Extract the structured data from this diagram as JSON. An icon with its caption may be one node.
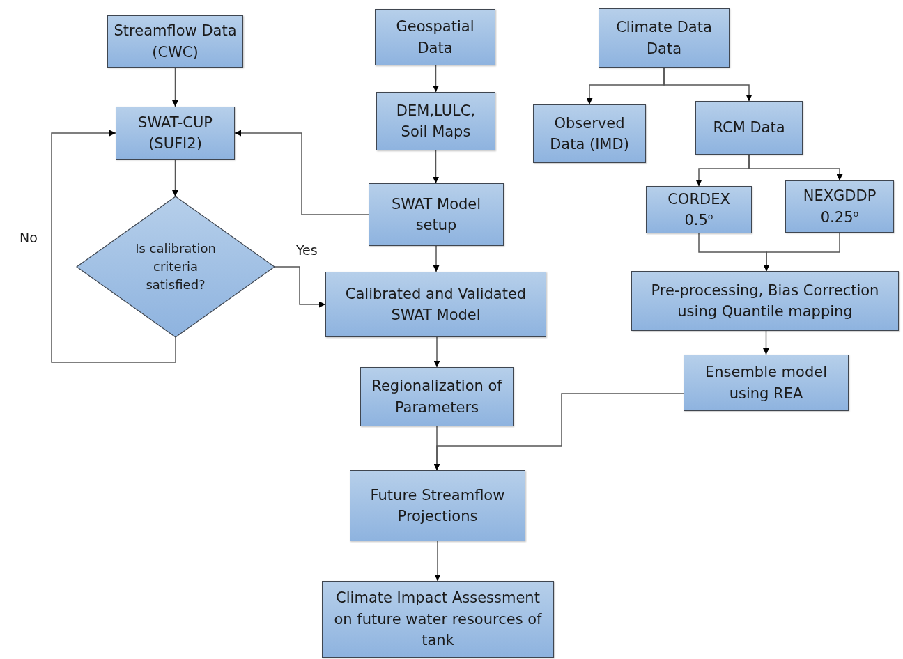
{
  "diagram": {
    "nodes": [
      {
        "text": [
          "Streamflow Data (CWC)"
        ]
      },
      {
        "text": [
          "SWAT-CUP (SUFI2)"
        ]
      },
      {
        "text": [
          "Is calibration criteria satisfied?"
        ]
      },
      {
        "text": [
          "Geospatial Data"
        ]
      },
      {
        "text": [
          "DEM,LULC, Soil Maps"
        ]
      },
      {
        "text": [
          "SWAT Model setup"
        ]
      },
      {
        "text": [
          "Calibrated and Validated SWAT Model"
        ]
      },
      {
        "text": [
          "Regionalization of Parameters"
        ]
      },
      {
        "text": [
          "Future Streamflow Projections"
        ]
      },
      {
        "text": [
          "Climate Impact Assessment on future water resources of tank"
        ]
      },
      {
        "text": [
          "Climate Data Data"
        ]
      },
      {
        "text": [
          "Observed Data (IMD)"
        ]
      },
      {
        "text": [
          "RCM Data"
        ]
      },
      {
        "text": [
          "CORDEX 0.5$^{o}$"
        ]
      },
      {
        "text": [
          "NEXGDDP 0.25$^{o}$"
        ]
      },
      {
        "text": [
          "Pre-processing, Bias Correction using Quantile mapping"
        ]
      },
      {
        "text": [
          "Ensemble model using REA"
        ]
      }
    ],
    "edges": [
      {
        "from": 0,
        "to": 1,
        "arrow": "to"
      },
      {
        "from": 1,
        "to": 2,
        "arrow": "to"
      },
      {
        "from": 2,
        "to": 1,
        "arrow": "to",
        "label": "No"
      },
      {
        "from": 2,
        "to": 6,
        "arrow": "to",
        "label": "Yes"
      },
      {
        "from": 3,
        "to": 4,
        "arrow": "to"
      },
      {
        "from": 4,
        "to": 5,
        "arrow": "to"
      },
      {
        "from": 5,
        "to": 1,
        "arrow": "to"
      },
      {
        "from": 5,
        "to": 6,
        "arrow": "to"
      },
      {
        "from": 6,
        "to": 7,
        "arrow": "to"
      },
      {
        "from": 7,
        "to": 8,
        "arrow": "to"
      },
      {
        "from": 16,
        "to": 8,
        "arrow": "to"
      },
      {
        "from": 8,
        "to": 9,
        "arrow": "to"
      },
      {
        "from": 10,
        "to": 11,
        "arrow": "to"
      },
      {
        "from": 10,
        "to": 12,
        "arrow": "to"
      },
      {
        "from": 12,
        "to": 13,
        "arrow": "to"
      },
      {
        "from": 12,
        "to": 14,
        "arrow": "to"
      },
      {
        "from": 13,
        "to": 15,
        "arrow": "to"
      },
      {
        "from": 14,
        "to": 15,
        "arrow": "to"
      },
      {
        "from": 15,
        "to": 16,
        "arrow": "to"
      }
    ]
  }
}
